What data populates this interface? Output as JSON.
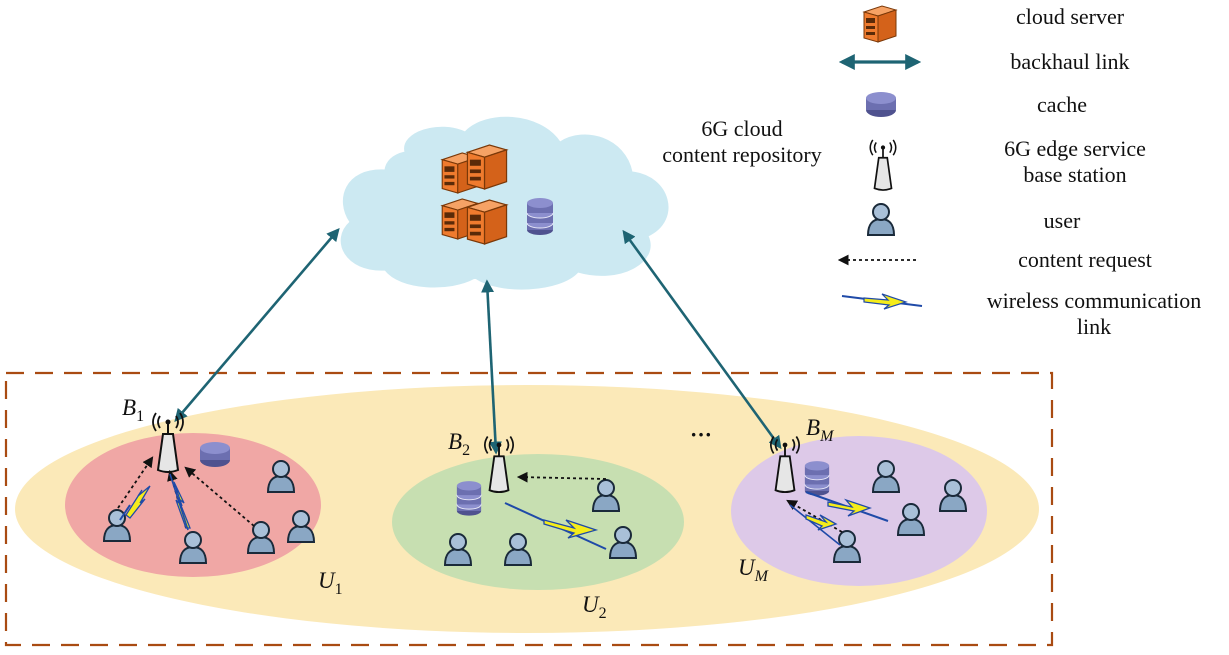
{
  "cloud": {
    "title_line1": "6G cloud",
    "title_line2": "content repository"
  },
  "legend": {
    "items": [
      {
        "icon": "cloud-server-icon",
        "label": "cloud server"
      },
      {
        "icon": "backhaul-link-icon",
        "label": "backhaul link"
      },
      {
        "icon": "cache-icon",
        "label": "cache"
      },
      {
        "icon": "base-station-icon",
        "label_line1": "6G edge service",
        "label_line2": "base station"
      },
      {
        "icon": "user-icon",
        "label": "user"
      },
      {
        "icon": "content-request-icon",
        "label": "content request"
      },
      {
        "icon": "wireless-link-icon",
        "label_line1": "wireless communication",
        "label_line2": "link"
      }
    ]
  },
  "stations": [
    {
      "symbol": "B",
      "subscript": "1",
      "cell_symbol": "U",
      "cell_subscript": "1"
    },
    {
      "symbol": "B",
      "subscript": "2",
      "cell_symbol": "U",
      "cell_subscript": "2"
    },
    {
      "symbol": "B",
      "subscript": "M",
      "cell_symbol": "U",
      "cell_subscript": "M"
    }
  ],
  "ellipsis": "···",
  "colors": {
    "backhaul": "#1e6473",
    "cloud_fill": "#cce9f2",
    "server_orange": "#ef7b2e",
    "cache_purple": "#6c6fb0",
    "user_blue": "#8aa7c4",
    "cell1_fill": "#f0a7a5",
    "cell2_fill": "#c7dfb1",
    "cellM_fill": "#ddc9e8",
    "outer_fill": "#fbe9b8",
    "dashed_border": "#a94b12",
    "lightning_yellow": "#f5ec1a",
    "lightning_blue": "#1f4aa8"
  }
}
